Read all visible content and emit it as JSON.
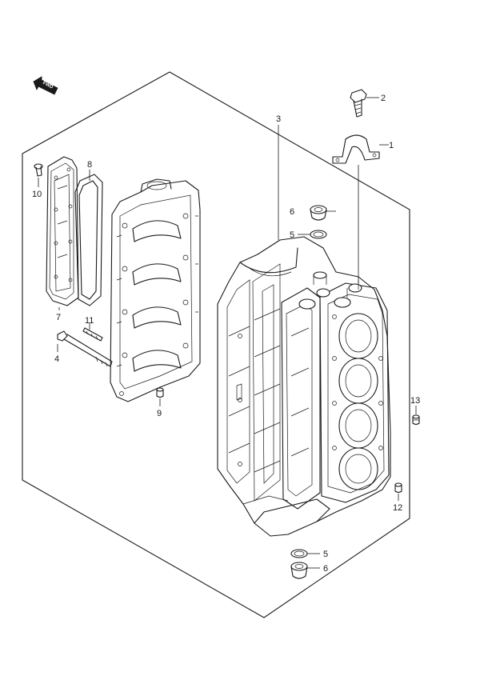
{
  "diagram": {
    "fwd_label": "FWD",
    "callouts": [
      {
        "id": "c1",
        "label": "1"
      },
      {
        "id": "c2",
        "label": "2"
      },
      {
        "id": "c3",
        "label": "3"
      },
      {
        "id": "c4",
        "label": "4"
      },
      {
        "id": "c5a",
        "label": "5"
      },
      {
        "id": "c5b",
        "label": "5"
      },
      {
        "id": "c6a",
        "label": "6"
      },
      {
        "id": "c6b",
        "label": "6"
      },
      {
        "id": "c7",
        "label": "7"
      },
      {
        "id": "c8",
        "label": "8"
      },
      {
        "id": "c9",
        "label": "9"
      },
      {
        "id": "c10",
        "label": "10"
      },
      {
        "id": "c11",
        "label": "11"
      },
      {
        "id": "c12",
        "label": "12"
      },
      {
        "id": "c13",
        "label": "13"
      }
    ]
  }
}
